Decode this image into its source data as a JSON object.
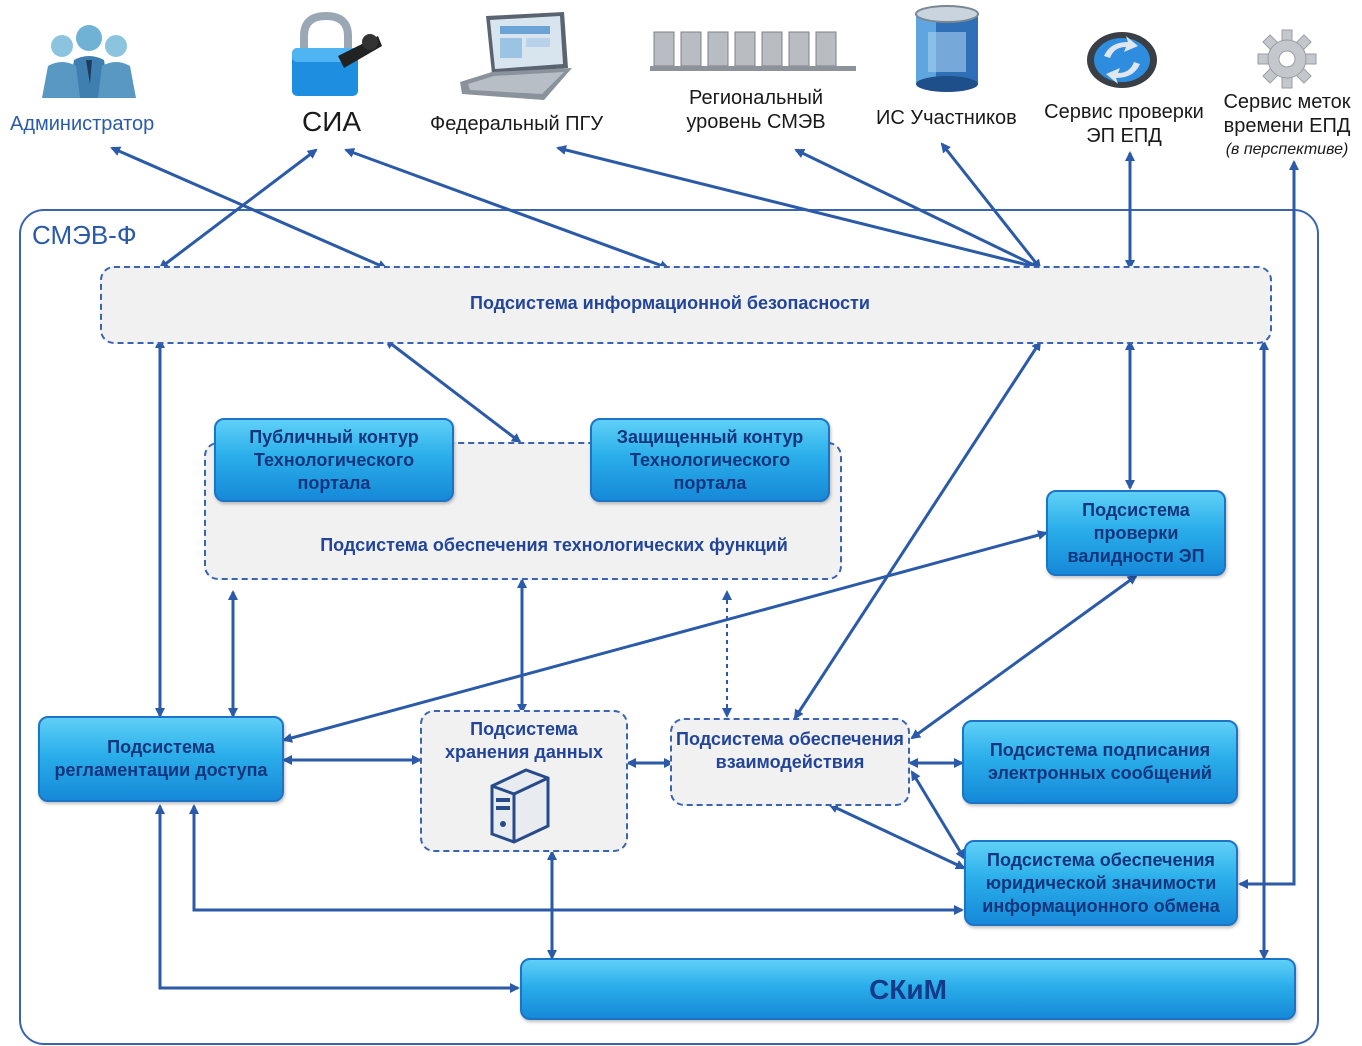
{
  "frame_title": "СМЭВ-Ф",
  "external": {
    "administrator": "Администратор",
    "sia": "СИА",
    "federal_pgu": "Федеральный ПГУ",
    "regional_line1": "Региональный",
    "regional_line2": "уровень СМЭВ",
    "is_participants": "ИС Участников",
    "ep_check_line1": "Сервис проверки",
    "ep_check_line2": "ЭП ЕПД",
    "time_stamp_line1": "Сервис меток",
    "time_stamp_line2": "времени ЕПД",
    "time_stamp_note": "(в перспективе)"
  },
  "subsystems": {
    "info_security": "Подсистема информационной безопасности",
    "public_contour": "Публичный контур Технологического портала",
    "protected_contour": "Защищенный контур Технологического портала",
    "tech_functions": "Подсистема обеспечения технологических функций",
    "ep_validity": "Подсистема проверки валидности ЭП",
    "access_regulation": "Подсистема регламентации доступа",
    "data_storage": "Подсистема хранения данных",
    "interaction": "Подсистема обеспечения взаимодействия",
    "signing": "Подсистема подписания электронных сообщений",
    "legal_significance": "Подсистема обеспечения юридической значимости информационного обмена",
    "skim": "СКиМ"
  },
  "colors": {
    "arrow": "#2a5aa8",
    "box_border": "#1d73c6",
    "box_fill_top": "#5fd0f7",
    "box_fill_bottom": "#1689d8",
    "dashed_fill": "#f1f1f2"
  },
  "icons": [
    "administrator-people-icon",
    "lock-icon",
    "laptop-icon",
    "servers-rack-icon",
    "database-icon",
    "refresh-globe-icon",
    "gear-icon",
    "server-icon"
  ]
}
